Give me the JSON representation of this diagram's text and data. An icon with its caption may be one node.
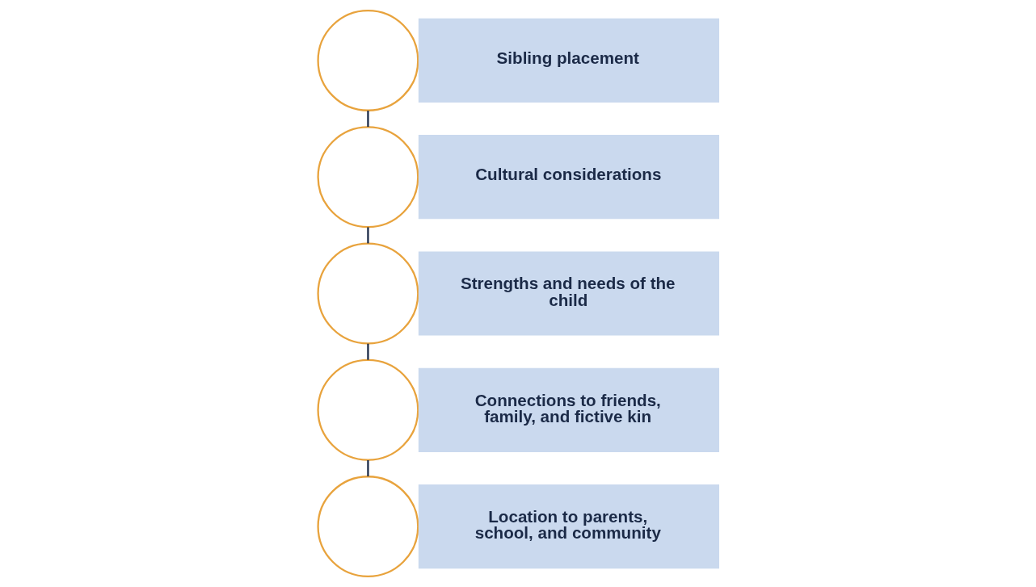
{
  "diagram": {
    "nodes": [
      {
        "text": [],
        "shape": "circle"
      },
      {
        "text": [
          "Sibling placement"
        ]
      },
      {
        "text": [],
        "shape": "circle"
      },
      {
        "text": [
          "Cultural considerations"
        ]
      },
      {
        "text": [],
        "shape": "circle"
      },
      {
        "text": [
          "Strengths and needs of the child"
        ]
      },
      {
        "text": [],
        "shape": "circle"
      },
      {
        "text": [
          "Connections to friends, family, and fictive kin"
        ]
      },
      {
        "text": [],
        "shape": "circle"
      },
      {
        "text": [
          "Location to parents, school, and community"
        ]
      }
    ],
    "edges": [
      {
        "from": 0,
        "to": 2,
        "arrow": "none"
      },
      {
        "from": 2,
        "to": 4,
        "arrow": "none"
      },
      {
        "from": 4,
        "to": 6,
        "arrow": "none"
      },
      {
        "from": 6,
        "to": 8,
        "arrow": "none"
      }
    ]
  }
}
